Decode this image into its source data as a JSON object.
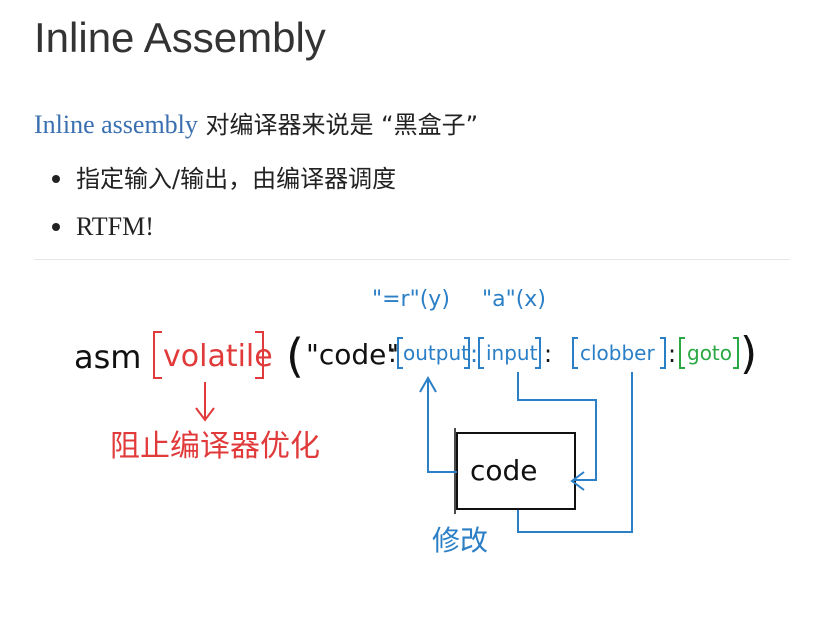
{
  "heading": "Inline Assembly",
  "intro": {
    "link_text": "Inline assembly",
    "rest_text": " 对编译器来说是 “黑盒子”"
  },
  "bullets": [
    "指定输入/输出，由编译器调度",
    "RTFM!"
  ],
  "sketch": {
    "asm": "asm",
    "volatile": "volatile",
    "open_paren": "(",
    "code_string": "\"code\"",
    "colon1": ":",
    "output": "output",
    "colon2": ":",
    "input": "input",
    "colon3": ":",
    "clobber": "clobber",
    "colon4": ":",
    "goto": "goto",
    "close_paren": ")",
    "output_example": "\"=r\"(y)",
    "input_example": "\"a\"(x)",
    "volatile_note": "阻止编译器优化",
    "box_label": "code",
    "modify_note": "修改",
    "colors": {
      "black": "#111111",
      "red": "#e03a3a",
      "blue": "#2a7fc6",
      "green": "#2aa844"
    }
  }
}
